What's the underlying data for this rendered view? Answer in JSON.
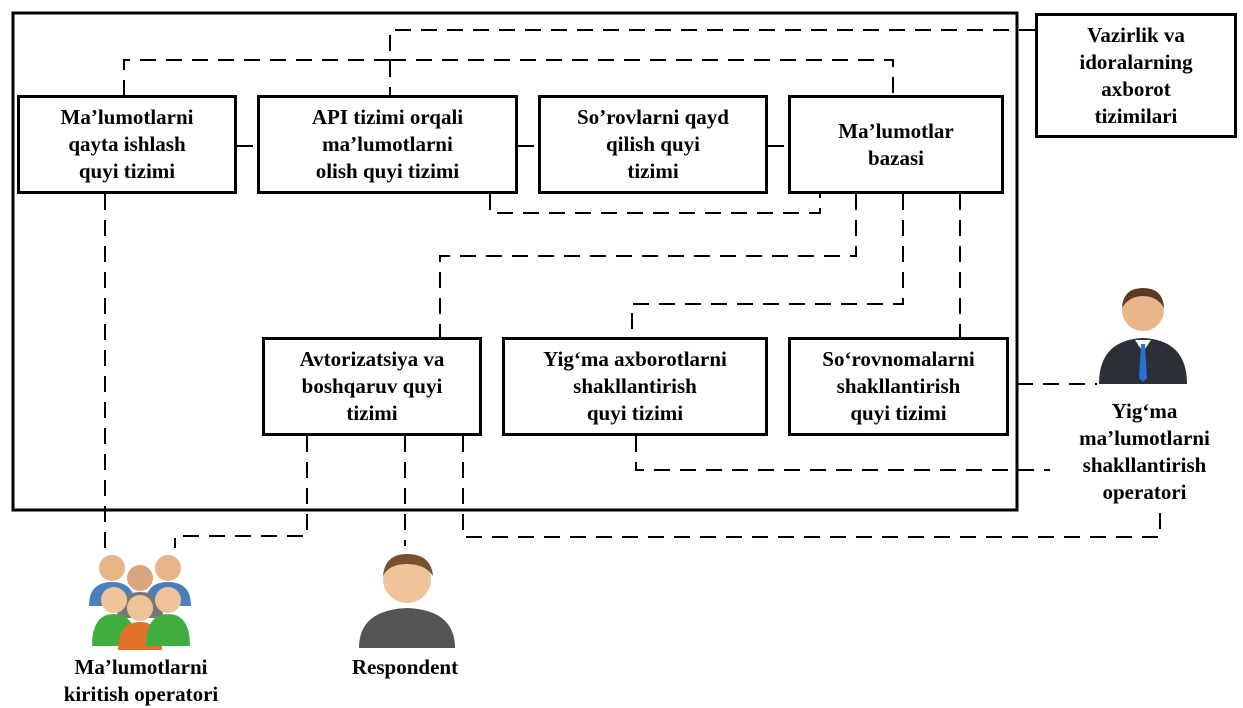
{
  "modules": {
    "processing": "Ma’lumotlarni\nqayta ishlash\nquyi tizimi",
    "api": "API tizimi orqali\nma’lumotlarni\nolish quyi tizimi",
    "requests": "So’rovlarni qayd\nqilish quyi\ntizimi",
    "database": "Ma’lumotlar\nbazasi",
    "auth": "Avtorizatsiya va\nboshqaruv quyi\ntizimi",
    "summary": "Yig‘ma axborotlarni\nshakllantirish\nquyi tizimi",
    "survey": "So‘rovnomalarni\nshakllantirish\nquyi tizimi"
  },
  "external": {
    "ministries": "Vazirlik va\nidoralarning\naxborot\ntizimilari"
  },
  "actors": {
    "data_entry": "Ma’lumotlarni\nkiritish operatori",
    "respondent": "Respondent",
    "summary_operator": "Yig‘ma\nma’lumotlarni\nshakllantirish\noperatori"
  }
}
